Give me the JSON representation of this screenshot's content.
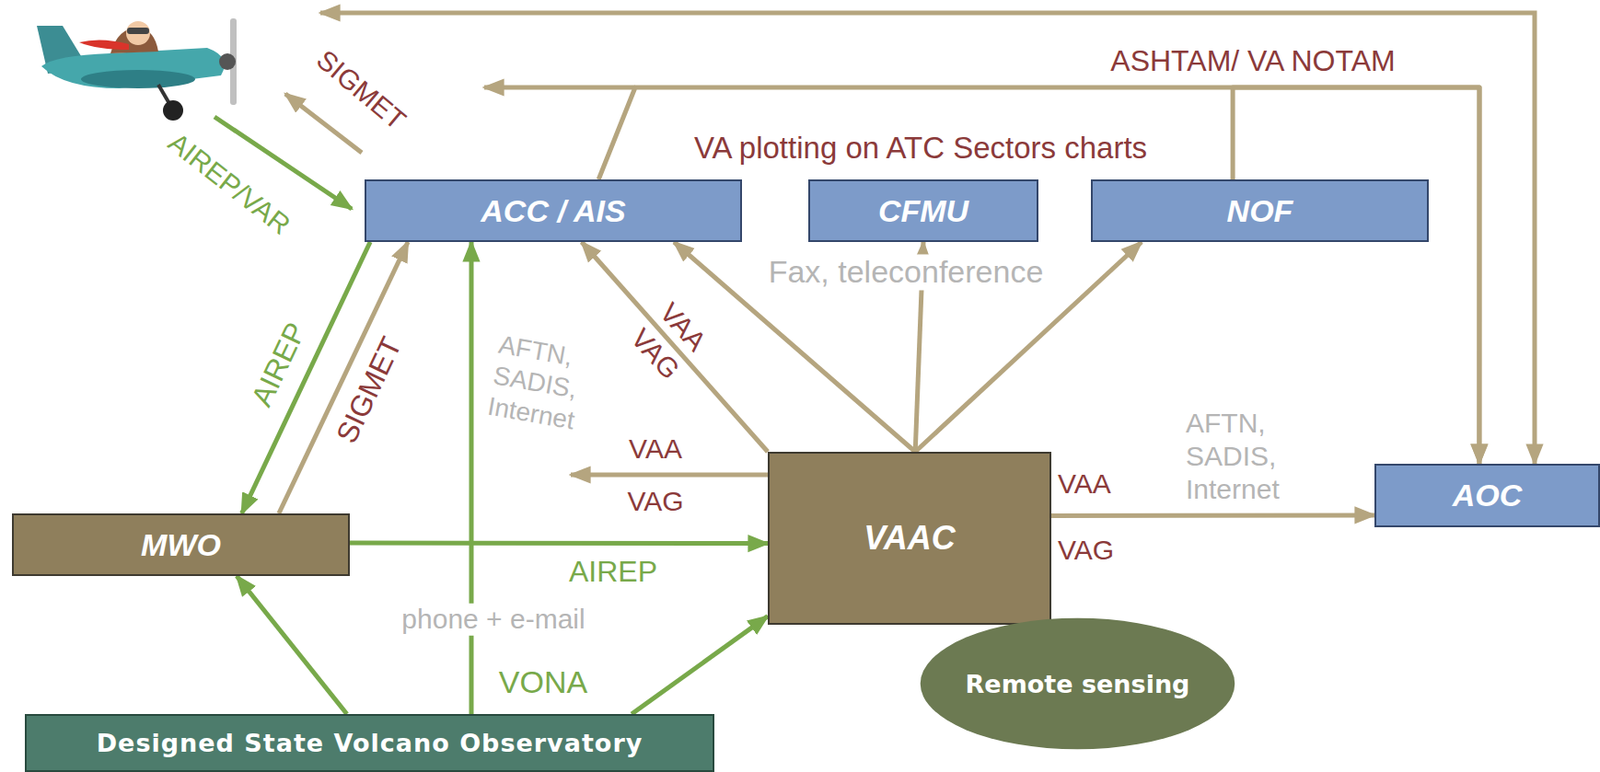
{
  "diagram": {
    "nodes": [
      {
        "text": [
          "ACC / AIS"
        ]
      },
      {
        "text": [
          "CFMU"
        ]
      },
      {
        "text": [
          "NOF"
        ]
      },
      {
        "text": [
          "MWO"
        ]
      },
      {
        "text": [
          "VAAC"
        ]
      },
      {
        "text": [
          "AOC"
        ]
      },
      {
        "text": [
          "Designed State Volcano Observatory"
        ]
      },
      {
        "text": [
          "Remote sensing"
        ]
      }
    ],
    "edges": [
      {
        "from": 0,
        "to": 3,
        "arrow": "to",
        "label": "AIREP"
      },
      {
        "from": 3,
        "to": 0,
        "arrow": "to",
        "label": "SIGMET"
      },
      {
        "from": 3,
        "to": 4,
        "arrow": "to",
        "label": "AIREP"
      },
      {
        "from": 4,
        "to": 0,
        "arrow": "to",
        "label": "VAA VAG"
      },
      {
        "from": 4,
        "to": 0,
        "arrow": "to"
      },
      {
        "from": 4,
        "to": 1,
        "arrow": "to"
      },
      {
        "from": 4,
        "to": 2,
        "arrow": "to"
      },
      {
        "from": 4,
        "to": 5,
        "arrow": "to",
        "label": "VAA VAG"
      },
      {
        "from": 6,
        "to": 3,
        "arrow": "to"
      },
      {
        "from": 6,
        "to": 0,
        "arrow": "to",
        "label": "phone + e-mail"
      },
      {
        "from": 6,
        "to": 4,
        "arrow": "to",
        "label": "VONA"
      },
      {
        "from": 0,
        "to": 5,
        "arrow": "to",
        "label": "ASHTAM/ VA NOTAM"
      },
      {
        "from": 2,
        "to": 5,
        "arrow": "to"
      }
    ],
    "labels": [
      "SIGMET",
      "AIREP/VAR",
      "VA plotting on ATC Sectors charts",
      "AFTN, SADIS, Internet",
      "VAA",
      "VAG",
      "Fax, teleconference",
      "AFTN, SADIS, Internet"
    ]
  }
}
